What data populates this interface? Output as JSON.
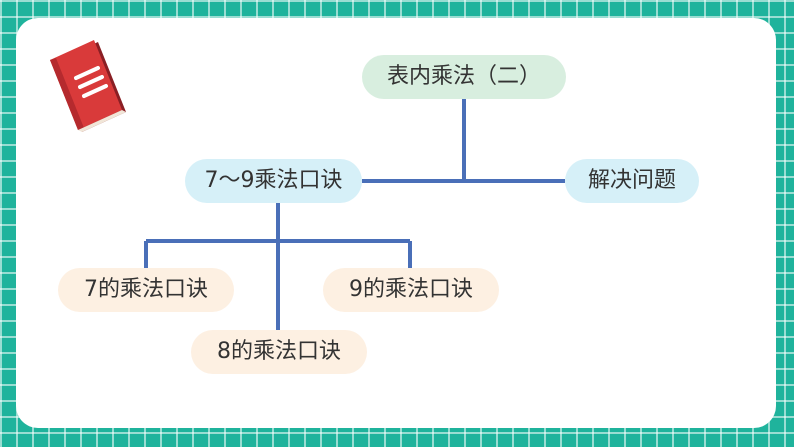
{
  "diagram": {
    "root": {
      "label": "表内乘法（二）"
    },
    "branch_left": {
      "label": "7～9乘法口诀"
    },
    "branch_right": {
      "label": "解决问题"
    },
    "leaves": [
      {
        "label": "7的乘法口诀"
      },
      {
        "label": "8的乘法口诀"
      },
      {
        "label": "9的乘法口诀"
      }
    ]
  },
  "colors": {
    "background": "#1fb39c",
    "connector": "#4a6fb8",
    "root_fill": "#d8eedf",
    "branch_fill": "#d6f0f8",
    "leaf_fill": "#fdf0e2",
    "book_red": "#d93a3a"
  },
  "icons": {
    "book": "book-icon"
  }
}
